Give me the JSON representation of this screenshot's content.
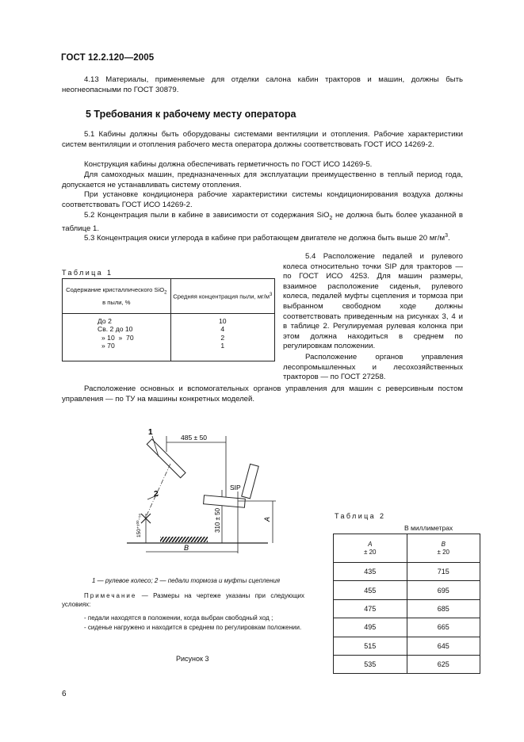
{
  "header": {
    "doc_id": "ГОСТ 12.2.120—2005"
  },
  "p_4_13": "4.13 Материалы, применяемые для отделки салона кабин тракторов и машин, должны быть неогнеопасными по ГОСТ 30879.",
  "section5": {
    "title": "5 Требования к рабочему месту оператора"
  },
  "p_5_1": "5.1 Кабины должны быть оборудованы системами вентиляции и отопления. Рабочие характеристики систем вентиляции и отопления рабочего места оператора должны соответствовать ГОСТ ИСО 14269-2.",
  "p_hermetic": "Конструкция кабины должна обеспечивать герметичность по ГОСТ ИСО 14269-5.",
  "p_selfprop": "Для самоходных машин, предназначенных для эксплуатации преимущественно в теплый период года, допускается не устанавливать систему отопления.",
  "p_cond": "При установке кондиционера рабочие характеристики системы кондиционирования воздуха должны соответствовать ГОСТ ИСО 14269-2.",
  "p_5_2": {
    "start": "5.2 Концентрация пыли в кабине в зависимости от содержания SiO",
    "sub": "2",
    "end": " не должна быть более указанной в таблице 1."
  },
  "p_5_3": {
    "start": "5.3 Концентрация окиси углерода в кабине при работающем двигателе не должна быть выше 20 мг/м",
    "sup": "3",
    "end": "."
  },
  "table1": {
    "caption": "Таблица 1",
    "col1_header": {
      "start": "Содержание кристаллического SiO",
      "sub": "2",
      "end": " в пыли, %"
    },
    "col2_header": {
      "start": "Средняя концентрация пыли, мг/м",
      "sup": "3"
    },
    "rows": [
      {
        "content": "До 2",
        "conc": "10"
      },
      {
        "content": "Св. 2 до 10",
        "conc": "4"
      },
      {
        "content": "» 10  »  70",
        "conc": "2"
      },
      {
        "content": "» 70",
        "conc": "1"
      }
    ]
  },
  "p_5_4": "5.4 Расположение педалей и рулевого колеса относительно точки SIP для тракторов — по ГОСТ ИСО 4253. Для машин размеры, взаимное расположение сиденья, рулевого колеса, педалей муфты сцепления и тормоза при выбранном свободном ходе должны соответствовать приведенным на рисунках 3, 4 и в таблице 2. Регулируемая рулевая колонка при этом должна находиться в среднем по регулировкам положении.",
  "p_forest": "Расположение органов управления лесопромышленных и лесохозяйственных тракторов — по ГОСТ 27258.",
  "p_reverse": "Расположение основных и вспомогательных органов управления для машин с реверсивным постом управления — по ТУ на машины конкретных моделей.",
  "figure3": {
    "dim_top": "485 ± 50",
    "dim_vert": "310 ± 50",
    "dim_left": "150⁺¹⁰⁰₋₅₀",
    "label1": "1",
    "label2": "2",
    "sip": "SIP",
    "dim_a": "A",
    "dim_b": "B",
    "legend": "1 — рулевое колесо; 2 — педали тормоза и муфты сцепления",
    "note_title": "Примечание",
    "note_text": " — Размеры на чертеже указаны при следующих условиях:",
    "note_item1": "- педали находятся в положении, когда выбран свободный ход ;",
    "note_item2": "- сиденье нагружено и находится в среднем по регулировкам положении.",
    "caption": "Рисунок 3"
  },
  "table2": {
    "caption": "Таблица 2",
    "units": "В миллиметрах",
    "col_a": "A",
    "col_a_tol": "± 20",
    "col_b": "B",
    "col_b_tol": "± 20",
    "rows": [
      {
        "a": "435",
        "b": "715"
      },
      {
        "a": "455",
        "b": "695"
      },
      {
        "a": "475",
        "b": "685"
      },
      {
        "a": "495",
        "b": "665"
      },
      {
        "a": "515",
        "b": "645"
      },
      {
        "a": "535",
        "b": "625"
      }
    ]
  },
  "page_number": "6"
}
